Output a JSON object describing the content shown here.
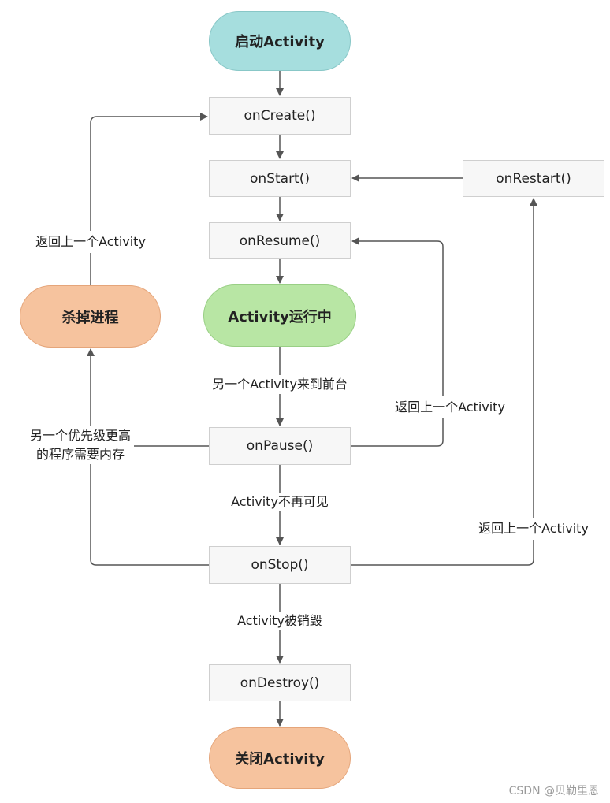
{
  "nodes": {
    "start": "启动Activity",
    "on_create": "onCreate()",
    "on_start": "onStart()",
    "on_resume": "onResume()",
    "running": "Activity运行中",
    "on_pause": "onPause()",
    "on_stop": "onStop()",
    "on_destroy": "onDestroy()",
    "shutdown": "关闭Activity",
    "on_restart": "onRestart()",
    "kill_process": "杀掉进程"
  },
  "edge_labels": {
    "another_to_foreground": "另一个Activity来到前台",
    "not_visible": "Activity不再可见",
    "destroyed": "Activity被销毁",
    "back_to_activity_left": "返回上一个Activity",
    "back_to_activity_pause": "返回上一个Activity",
    "back_to_activity_stop": "返回上一个Activity",
    "higher_priority_line1": "另一个优先级更高",
    "higher_priority_line2": "的程序需要内存"
  },
  "colors": {
    "start_fill": "#a6dede",
    "running_fill": "#b8e6a4",
    "kill_fill": "#f6c39e",
    "shutdown_fill": "#f6c39e",
    "box_fill": "#f7f7f7",
    "line": "#555555"
  },
  "watermark": "CSDN @贝勒里恩"
}
